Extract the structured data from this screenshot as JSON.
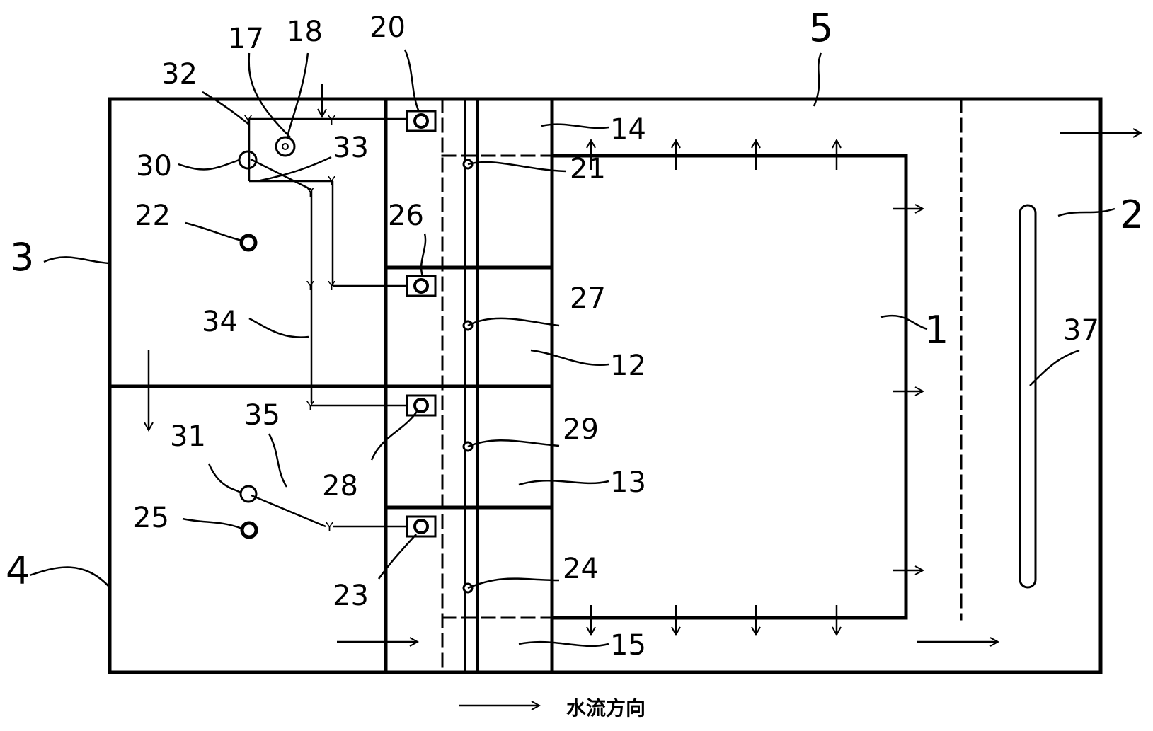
{
  "labels": {
    "l1": "1",
    "l2": "2",
    "l3": "3",
    "l4": "4",
    "l5": "5",
    "l12": "12",
    "l13": "13",
    "l14": "14",
    "l15": "15",
    "l17": "17",
    "l18": "18",
    "l20": "20",
    "l21": "21",
    "l22": "22",
    "l23": "23",
    "l24": "24",
    "l25": "25",
    "l26": "26",
    "l27": "27",
    "l28": "28",
    "l29": "29",
    "l30": "30",
    "l31": "31",
    "l32": "32",
    "l33": "33",
    "l34": "34",
    "l35": "35",
    "l37": "37"
  },
  "caption": "水流方向"
}
